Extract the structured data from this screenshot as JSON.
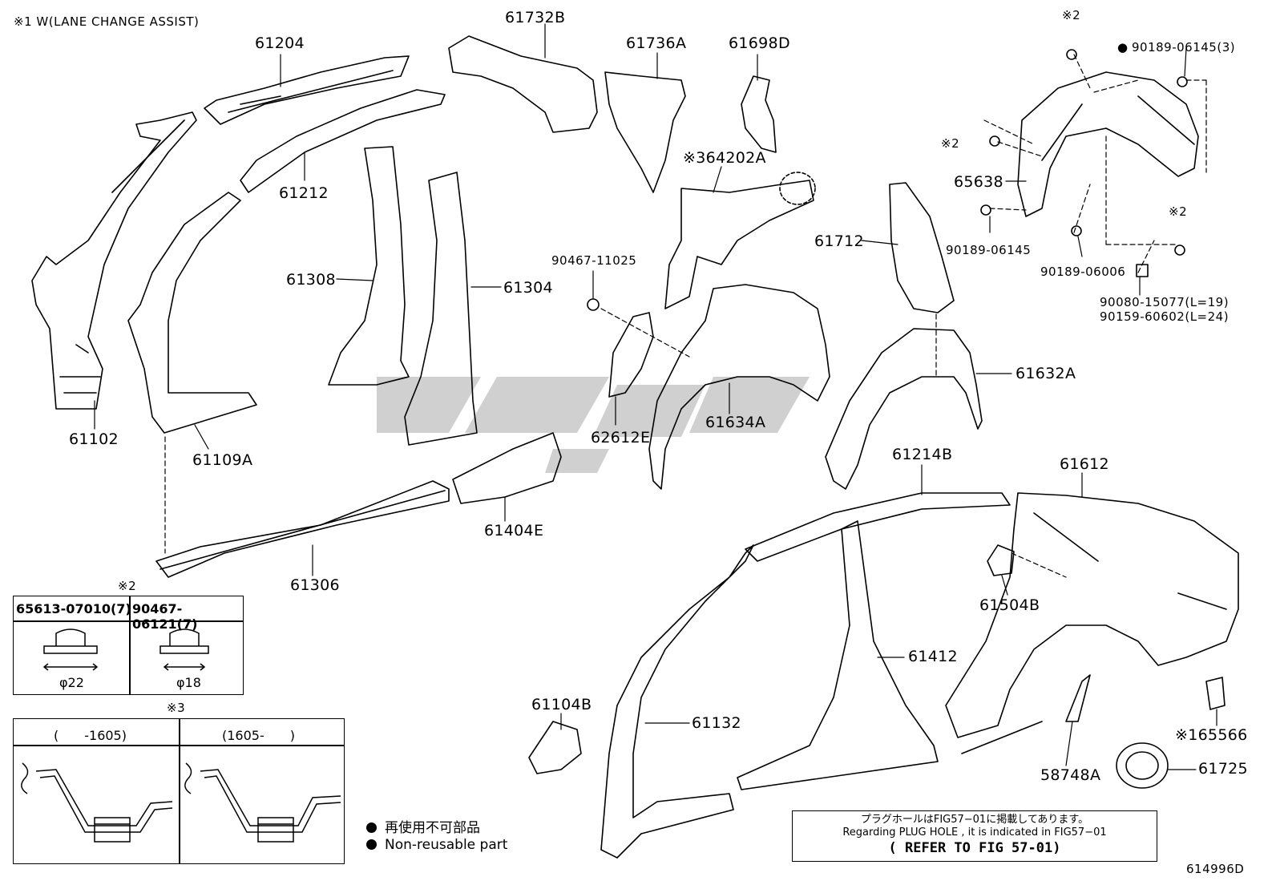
{
  "header_note": "※1 W(LANE CHANGE ASSIST)",
  "figure_id": "614996D",
  "part_labels": {
    "p61204": "61204",
    "p61732B": "61732B",
    "p61736A": "61736A",
    "p61698D": "61698D",
    "p61212": "61212",
    "p64202A": "※364202A",
    "p61308": "61308",
    "p61304": "61304",
    "p61102": "61102",
    "p61109A": "61109A",
    "p90467_11025": "90467-11025",
    "p61712": "61712",
    "p62612E": "62612E",
    "p61634A": "61634A",
    "p61632A": "61632A",
    "p61214B": "61214B",
    "p61612": "61612",
    "p61404E": "61404E",
    "p61306": "61306",
    "p61504B": "61504B",
    "p61412": "61412",
    "p61104B": "61104B",
    "p61132": "61132",
    "p65566": "※165566",
    "p58748A": "58748A",
    "p61725": "61725",
    "p65638": "65638",
    "p90189_06145_3": "90189-06145(3)",
    "p90189_06145": "90189-06145",
    "p90189_06006": "90189-06006",
    "p90080_15077": "90080-15077(L=19)",
    "p90159_60602": "90159-60602(L=24)",
    "mark2_a": "※2",
    "mark2_b": "※2",
    "mark2_c": "※2"
  },
  "clip_table": {
    "mark": "※2",
    "col1_header": "65613-07010(7)",
    "col2_header": "90467-06121(7)",
    "col1_dim": "φ22",
    "col2_dim": "φ18"
  },
  "section_table": {
    "mark": "※3",
    "col1_header": "(　　-1605)",
    "col2_header": "(1605-　　)"
  },
  "legend": {
    "item_jp": "再使用不可部品",
    "item_en": "Non-reusable part"
  },
  "note": {
    "line1": "プラグホールはFIG57−01に掲載してあります。",
    "line2": "Regarding PLUG HOLE , it is indicated in FIG57−01",
    "line3": "( REFER TO FIG 57-01)"
  }
}
